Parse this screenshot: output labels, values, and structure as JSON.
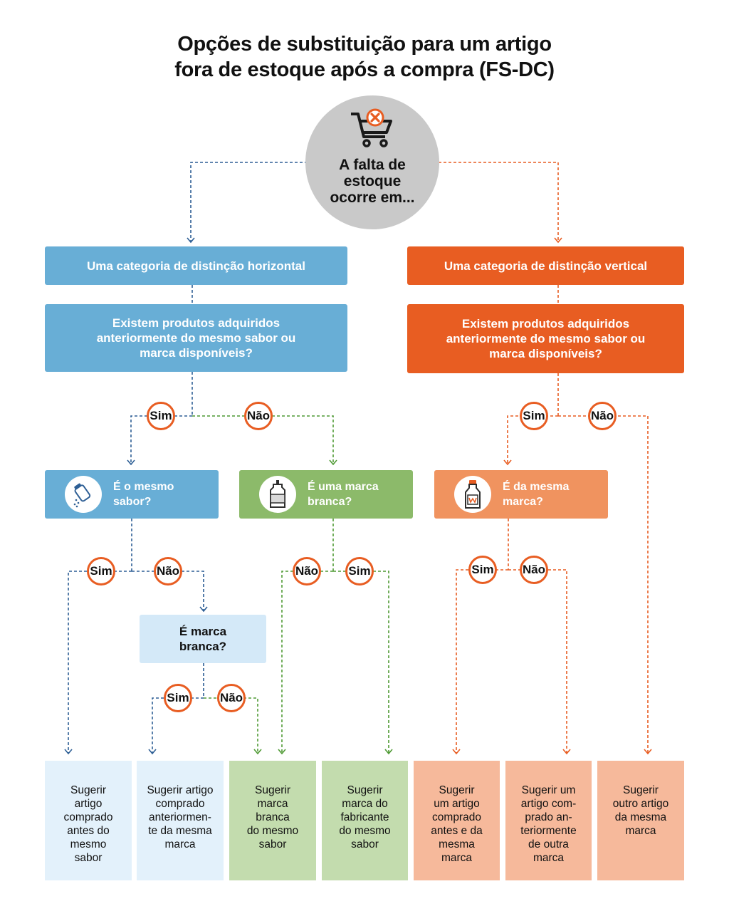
{
  "title": {
    "line1": "Opções de substituição para um artigo",
    "line2": "fora de estoque após a compra (FS-DC)"
  },
  "root": {
    "icon": "cart-with-x-icon",
    "line1": "A falta de",
    "line2": "estoque",
    "line3": "ocorre em..."
  },
  "left": {
    "category": "Uma categoria de distinção horizontal",
    "question": {
      "line1": "Existem produtos adquiridos",
      "line2": "anteriormente do mesmo sabor ou",
      "line3": "marca disponíveis?"
    },
    "yes_label": "Sim",
    "no_label": "Não",
    "flavor_q": {
      "icon": "salt-shaker-icon",
      "line1": "É o mesmo",
      "line2": "sabor?",
      "yes": "Sim",
      "no": "Não"
    },
    "white_brand_q": {
      "icon": "bottle-icon",
      "line1": "É uma marca",
      "line2": "branca?",
      "no": "Não",
      "yes": "Sim"
    },
    "sub_q": {
      "line1": "É marca",
      "line2": "branca?",
      "yes": "Sim",
      "no": "Não"
    }
  },
  "right": {
    "category": "Uma categoria de distinção vertical",
    "question": {
      "line1": "Existem produtos adquiridos",
      "line2": "anteriormente do mesmo sabor ou",
      "line3": "marca disponíveis?"
    },
    "yes_label": "Sim",
    "no_label": "Não",
    "brand_q": {
      "icon": "milk-bottle-icon",
      "line1": "É da mesma",
      "line2": "marca?",
      "yes": "Sim",
      "no": "Não"
    }
  },
  "leaves": [
    {
      "lines": [
        "Sugerir",
        "artigo",
        "comprado",
        "antes do",
        "mesmo",
        "sabor"
      ]
    },
    {
      "lines": [
        "Sugerir artigo",
        "comprado",
        "anteriormen-",
        "te da mesma",
        "marca"
      ]
    },
    {
      "lines": [
        "Sugerir",
        "marca",
        "branca",
        "do mesmo",
        "sabor"
      ]
    },
    {
      "lines": [
        "Sugerir",
        "marca do",
        "fabricante",
        "do mesmo",
        "sabor"
      ]
    },
    {
      "lines": [
        "Sugerir",
        "um artigo",
        "comprado",
        "antes e da",
        "mesma",
        "marca"
      ]
    },
    {
      "lines": [
        "Sugerir um",
        "artigo com-",
        "prado an-",
        "teriormente",
        "de outra",
        "marca"
      ]
    },
    {
      "lines": [
        "Sugerir",
        "outro artigo",
        "da mesma",
        "marca"
      ]
    }
  ],
  "colors": {
    "blue": "#68aed6",
    "orange": "#e85d22",
    "green": "#8cba6a",
    "light_blue_box": "#d4e9f8",
    "leaf_blue": "#e3f1fb",
    "leaf_green": "#c3dcae",
    "leaf_orange": "#f6b99b",
    "line_blue": "#2e5f95",
    "line_green": "#4f9a34",
    "line_orange": "#e85d22",
    "circle_gray": "#c9c9c9"
  }
}
